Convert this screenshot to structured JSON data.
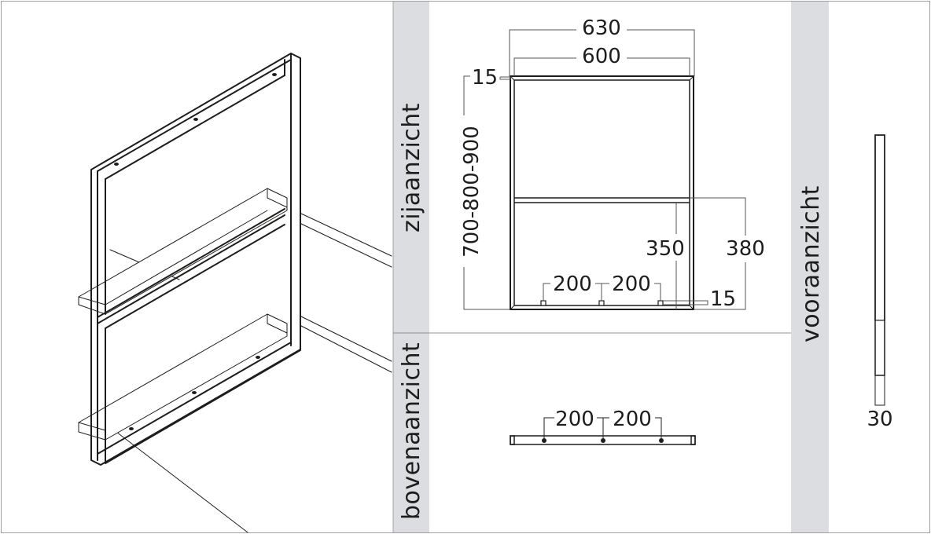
{
  "views": {
    "side": {
      "label": "zijaanzicht"
    },
    "top": {
      "label": "bovenaanzicht"
    },
    "front": {
      "label": "vooraanzicht"
    }
  },
  "dimensions": {
    "side": {
      "outer_width": "630",
      "inner_width": "600",
      "top_thickness": "15",
      "height_options": "700-800-900",
      "shelf_inner_height": "350",
      "shelf_outer_height": "380",
      "hole_spacing_1": "200",
      "hole_spacing_2": "200",
      "bottom_thickness": "15"
    },
    "top": {
      "hole_spacing_1": "200",
      "hole_spacing_2": "200"
    },
    "front": {
      "depth": "30"
    }
  },
  "colors": {
    "band": "#dcdde0",
    "line": "#1d1d1b",
    "dim_line": "#555555",
    "border": "#a0a0a0"
  }
}
